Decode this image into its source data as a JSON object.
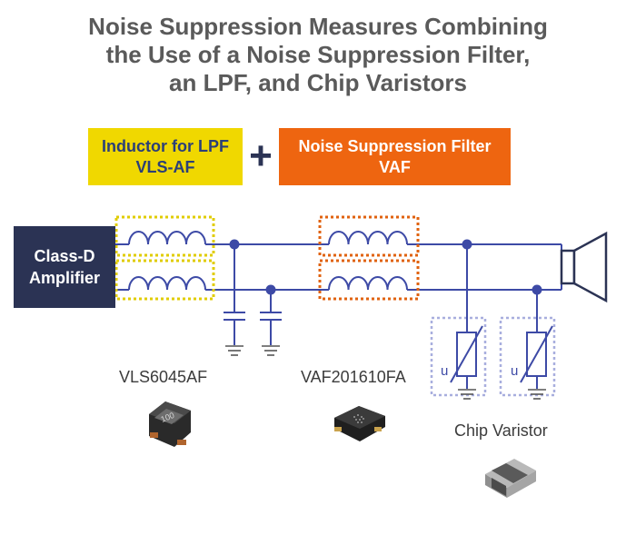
{
  "title": {
    "line1": "Noise Suppression Measures Combining",
    "line2": "the Use of a Noise Suppression Filter,",
    "line3": "an LPF, and Chip Varistors"
  },
  "lpf_box": {
    "line1": "Inductor for LPF",
    "line2": "VLS-AF",
    "color": "#f0d800"
  },
  "plus_sign": "+",
  "vaf_box": {
    "line1": "Noise Suppression Filter",
    "line2": "VAF",
    "color": "#ee6510"
  },
  "amplifier": {
    "line1": "Class-D",
    "line2": "Amplifier",
    "color": "#2b3354"
  },
  "varistor_symbol_label": "u",
  "parts": {
    "vls": "VLS6045AF",
    "vls_marking": "100",
    "vaf": "VAF201610FA",
    "varistor": "Chip Varistor"
  },
  "colors": {
    "wire": "#3d4aa6",
    "lpf_outline": "#e0cc00",
    "vaf_outline": "#e0620f",
    "varistor_outline": "#a8aede",
    "ground": "#555555"
  }
}
